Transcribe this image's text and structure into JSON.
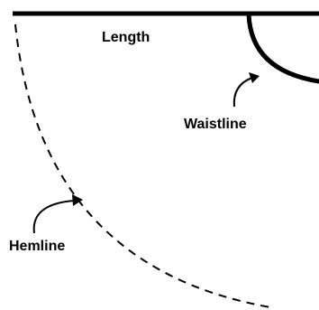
{
  "diagram": {
    "labels": {
      "length": "Length",
      "waistline": "Waistline",
      "hemline": "Hemline"
    },
    "colors": {
      "stroke": "#000000",
      "background": "#ffffff"
    }
  }
}
